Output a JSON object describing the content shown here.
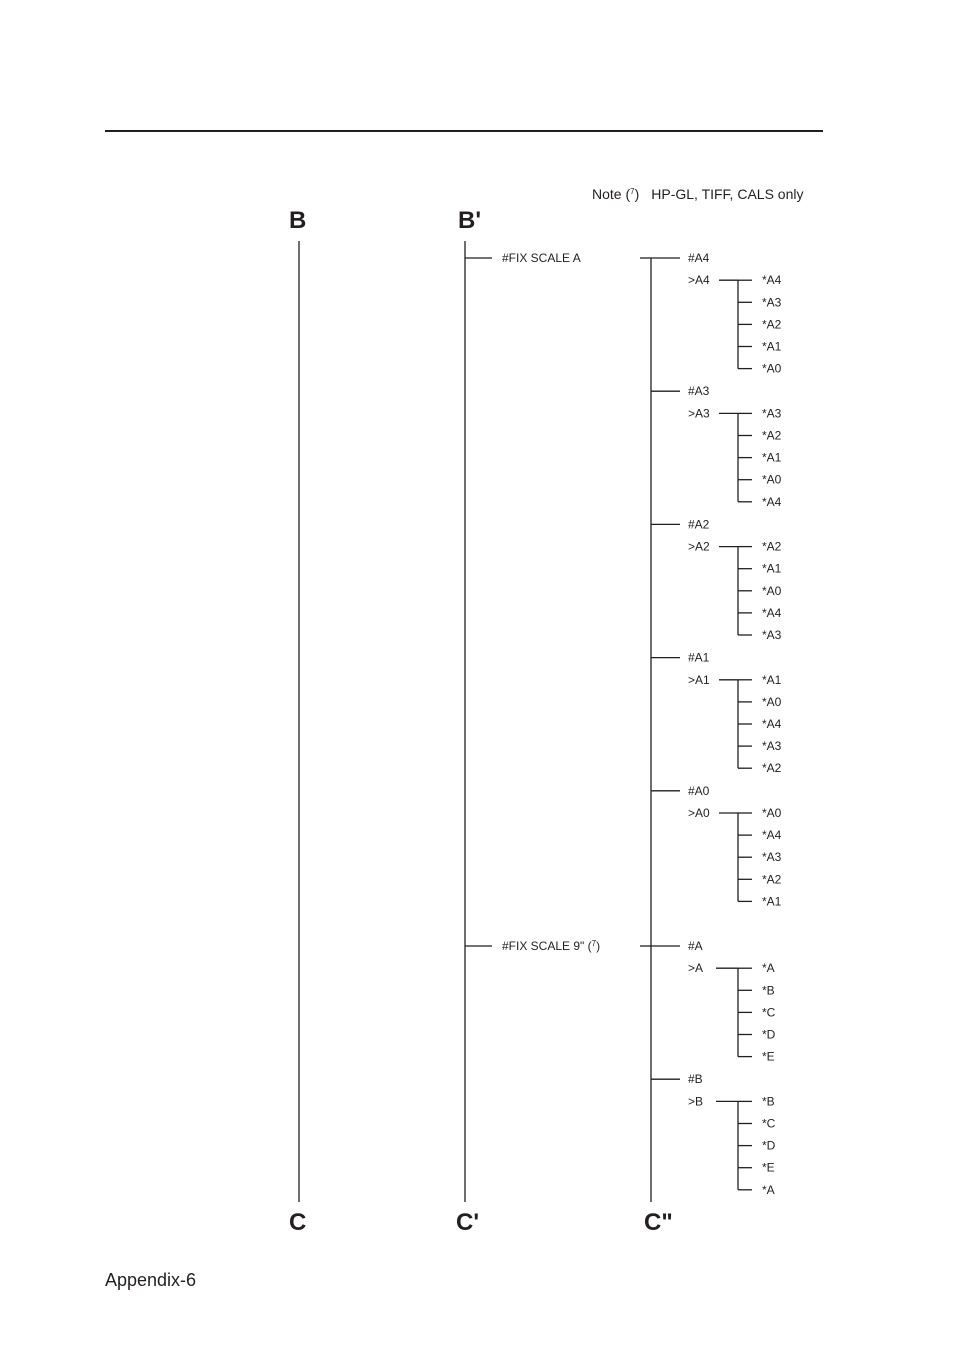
{
  "note": {
    "prefix": "Note (",
    "number": "7",
    "suffix": ")",
    "text": "HP-GL, TIFF, CALS only"
  },
  "markers": {
    "b": "B",
    "b_prime": "B'",
    "c": "C",
    "c_prime": "C'",
    "c_double_prime": "C\""
  },
  "tree": {
    "branches": [
      {
        "label": "#FIX SCALE A",
        "groups": [
          {
            "hash": "#A4",
            "gt": ">A4",
            "items": [
              "*A4",
              "*A3",
              "*A2",
              "*A1",
              "*A0"
            ]
          },
          {
            "hash": "#A3",
            "gt": ">A3",
            "items": [
              "*A3",
              "*A2",
              "*A1",
              "*A0",
              "*A4"
            ]
          },
          {
            "hash": "#A2",
            "gt": ">A2",
            "items": [
              "*A2",
              "*A1",
              "*A0",
              "*A4",
              "*A3"
            ]
          },
          {
            "hash": "#A1",
            "gt": ">A1",
            "items": [
              "*A1",
              "*A0",
              "*A4",
              "*A3",
              "*A2"
            ]
          },
          {
            "hash": "#A0",
            "gt": ">A0",
            "items": [
              "*A0",
              "*A4",
              "*A3",
              "*A2",
              "*A1"
            ]
          }
        ]
      },
      {
        "label": "#FIX SCALE 9\"",
        "note_ref": "7",
        "groups": [
          {
            "hash": "#A",
            "gt": ">A",
            "items": [
              "*A",
              "*B",
              "*C",
              "*D",
              "*E"
            ]
          },
          {
            "hash": "#B",
            "gt": ">B",
            "items": [
              "*B",
              "*C",
              "*D",
              "*E",
              "*A"
            ]
          }
        ]
      }
    ]
  },
  "footer": {
    "page_label": "Appendix-6"
  }
}
